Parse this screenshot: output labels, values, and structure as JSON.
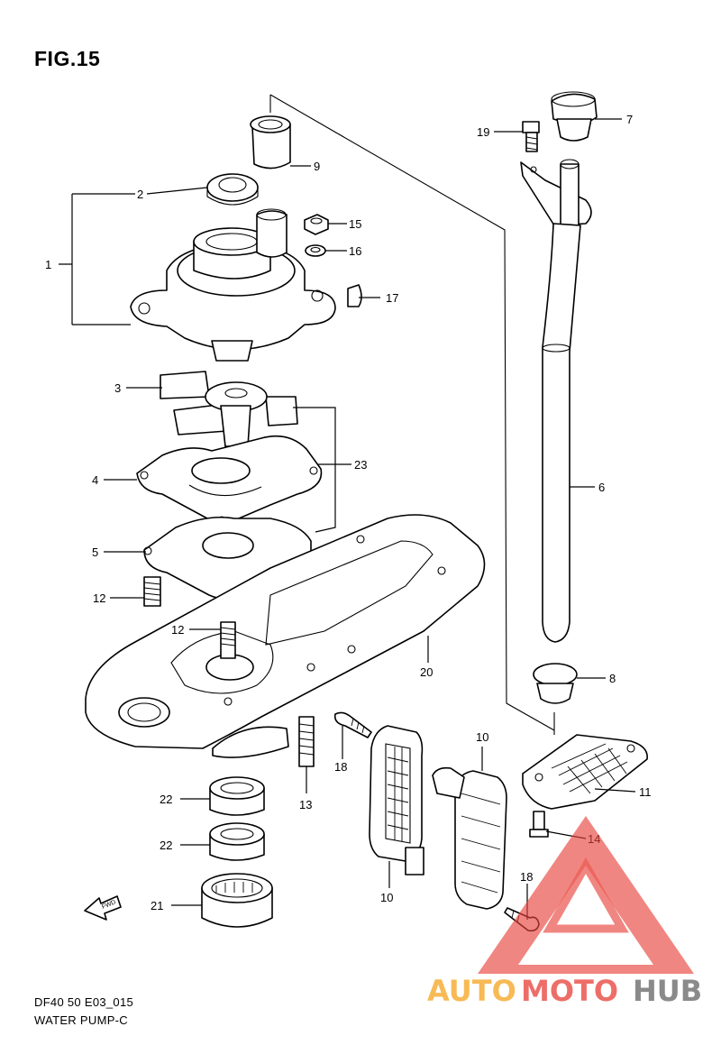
{
  "title": "FIG.15",
  "footer": {
    "code": "DF40 50 E03_015",
    "name": "WATER PUMP-C"
  },
  "callouts": {
    "c1": "1",
    "c2": "2",
    "c3": "3",
    "c4": "4",
    "c5": "5",
    "c6": "6",
    "c7": "7",
    "c9": "9",
    "c8": "8",
    "c10a": "10",
    "c10b": "10",
    "c11": "11",
    "c12a": "12",
    "c12b": "12",
    "c13": "13",
    "c14": "14",
    "c15": "15",
    "c16": "16",
    "c17": "17",
    "c18a": "18",
    "c18b": "18",
    "c19": "19",
    "c20": "20",
    "c21": "21",
    "c22a": "22",
    "c22b": "22",
    "c23": "23"
  },
  "fwd_label": "FWD",
  "watermark": {
    "part1": "AUTOMOTO",
    "part2": "HUB",
    "colors": {
      "auto": "#f5a623",
      "moto": "#e8423a",
      "hub": "#666666",
      "triangle": "#e8423a"
    }
  }
}
